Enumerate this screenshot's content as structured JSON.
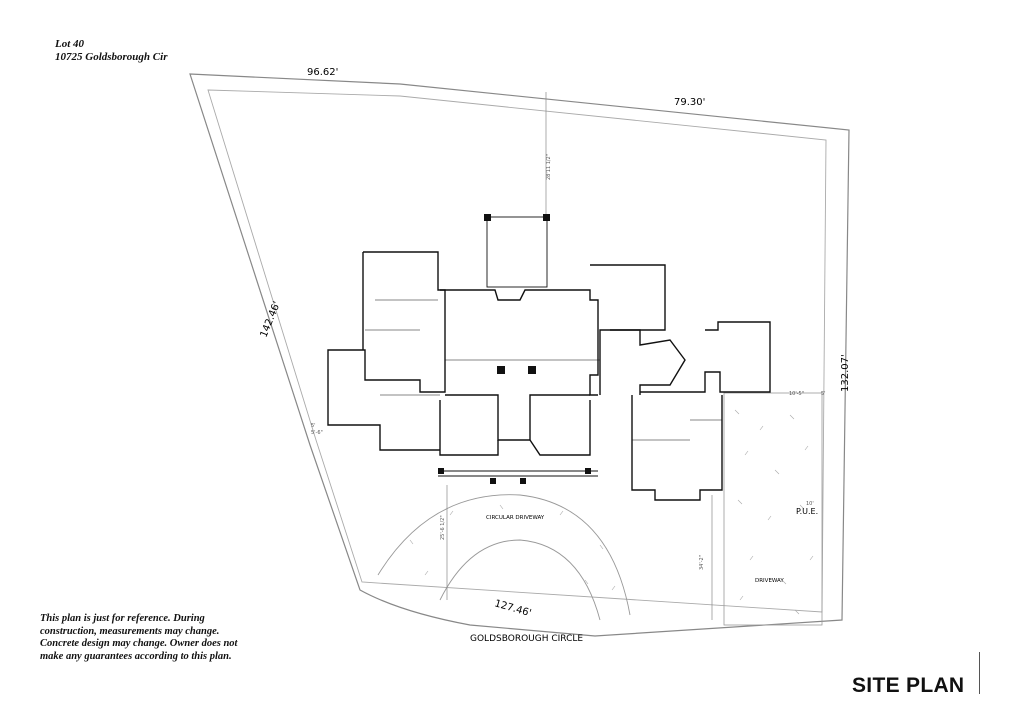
{
  "lot": {
    "line1": "Lot 40",
    "line2": "10725 Goldsborough Cir"
  },
  "dimensions": {
    "top_left": "96.62'",
    "top_right": "79.30'",
    "left_side": "142.46'",
    "right_side": "132.07'",
    "bottom_front": "127.46'",
    "setback_rear": "28'11 1/2\"",
    "setback_front": "25'-6 1/2\"",
    "setback_drive": "34'-2\"",
    "right_setback_a": "10'-5\"",
    "right_setback_b": "5'",
    "pue_offset": "10'",
    "left_setback_a": "5'",
    "left_setback_b": "5'-6\""
  },
  "labels": {
    "circular_driveway": "CIRCULAR DRIVEWAY",
    "driveway": "DRIVEWAY",
    "pue": "P.U.E.",
    "street": "GOLDSBOROUGH CIRCLE"
  },
  "disclaimer": "This plan is just for reference. During construction, measurements may change. Concrete design may change.  Owner does not make any guarantees according to this plan.",
  "title": "SITE PLAN",
  "colors": {
    "lines": "#111111",
    "lot_lines": "#888888",
    "hatch": "#9a9a9a"
  }
}
